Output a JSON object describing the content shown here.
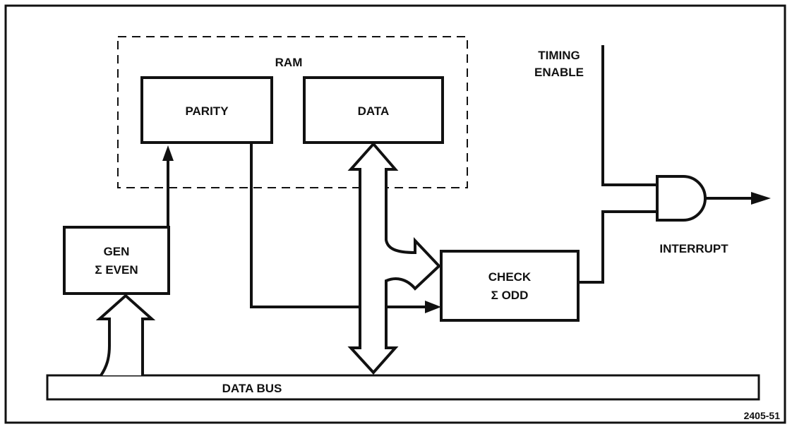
{
  "diagram": {
    "ram_label": "RAM",
    "parity_label": "PARITY",
    "data_label": "DATA",
    "timing_enable_line1": "TIMING",
    "timing_enable_line2": "ENABLE",
    "gen_line1": "GEN",
    "gen_line2": "Σ EVEN",
    "check_line1": "CHECK",
    "check_line2": "Σ ODD",
    "interrupt_label": "INTERRUPT",
    "data_bus_label": "DATA BUS",
    "figure_number": "2405-51"
  }
}
